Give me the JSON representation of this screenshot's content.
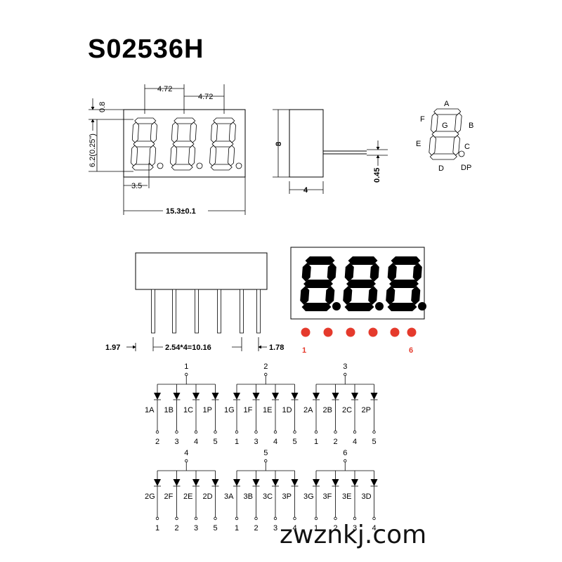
{
  "title": "S02536H",
  "dimensions": {
    "digit_pitch": "4.72",
    "top_offset": "0.8",
    "height_left": "6.2(0.25\")",
    "first_digit_offset": "3.5",
    "total_width": "15.3±0.1",
    "side_height": "8",
    "side_depth": "4",
    "pin_thickness": "0.45",
    "pin_edge_left": "1.97",
    "pin_span": "2.54*4=10.16",
    "pin_edge_right": "1.78"
  },
  "segment_letters": [
    "A",
    "B",
    "C",
    "D",
    "E",
    "F",
    "G",
    "DP"
  ],
  "pin_labels": {
    "first": "1",
    "last": "6"
  },
  "colors": {
    "pin_dot": "#e53a2c",
    "display_body": "#000000"
  },
  "schematic": [
    {
      "common": "1",
      "segs": [
        "1A",
        "1B",
        "1C",
        "1P"
      ],
      "pins": [
        "2",
        "3",
        "4",
        "5"
      ]
    },
    {
      "common": "2",
      "segs": [
        "1G",
        "1F",
        "1E",
        "1D"
      ],
      "pins": [
        "1",
        "3",
        "4",
        "5"
      ]
    },
    {
      "common": "3",
      "segs": [
        "2A",
        "2B",
        "2C",
        "2P"
      ],
      "pins": [
        "1",
        "2",
        "4",
        "5"
      ]
    },
    {
      "common": "4",
      "segs": [
        "2G",
        "2F",
        "2E",
        "2D"
      ],
      "pins": [
        "1",
        "2",
        "3",
        "5"
      ]
    },
    {
      "common": "5",
      "segs": [
        "3A",
        "3B",
        "3C",
        "3P"
      ],
      "pins": [
        "1",
        "2",
        "3",
        "4"
      ]
    },
    {
      "common": "6",
      "segs": [
        "3G",
        "3F",
        "3E",
        "3D"
      ],
      "pins": [
        "1",
        "2",
        "3",
        "4"
      ]
    }
  ],
  "watermark": "zwznkj.com"
}
